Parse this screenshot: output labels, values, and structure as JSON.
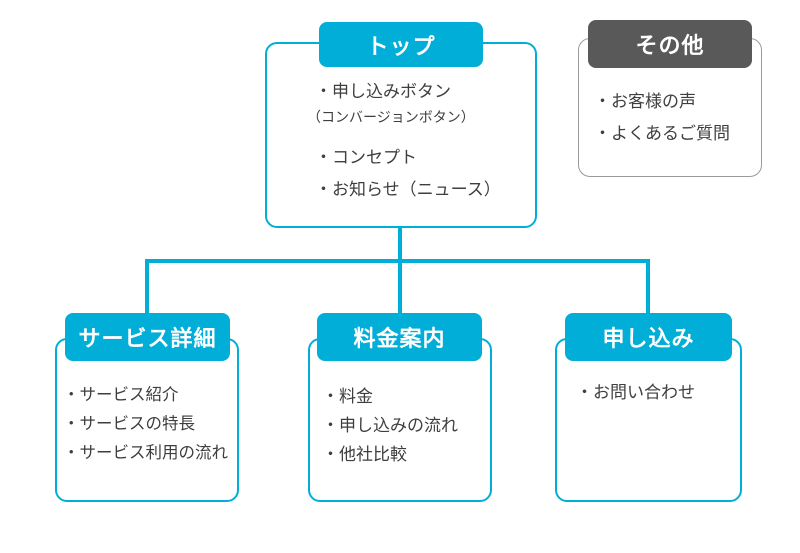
{
  "diagram": {
    "kind": "website-sitemap",
    "colors": {
      "accent": "#00aed8",
      "other_header": "#595959",
      "other_border": "#9a9a9a",
      "text": "#3e3e3e",
      "header_text": "#ffffff",
      "background": "#ffffff"
    },
    "nodes": {
      "top": {
        "title": "トップ",
        "items": [
          "・申し込みボタン",
          "（コンバージョンボタン）",
          "・コンセプト",
          "・お知らせ（ニュース）"
        ]
      },
      "other": {
        "title": "その他",
        "items": [
          "・お客様の声",
          "・よくあるご質問"
        ]
      },
      "service": {
        "title": "サービス詳細",
        "items": [
          "・サービス紹介",
          "・サービスの特長",
          "・サービス利用の流れ"
        ]
      },
      "price": {
        "title": "料金案内",
        "items": [
          "・料金",
          "・申し込みの流れ",
          "・他社比較"
        ]
      },
      "apply": {
        "title": "申し込み",
        "items": [
          "・お問い合わせ"
        ]
      }
    },
    "edges": [
      "top->service",
      "top->price",
      "top->apply"
    ]
  }
}
